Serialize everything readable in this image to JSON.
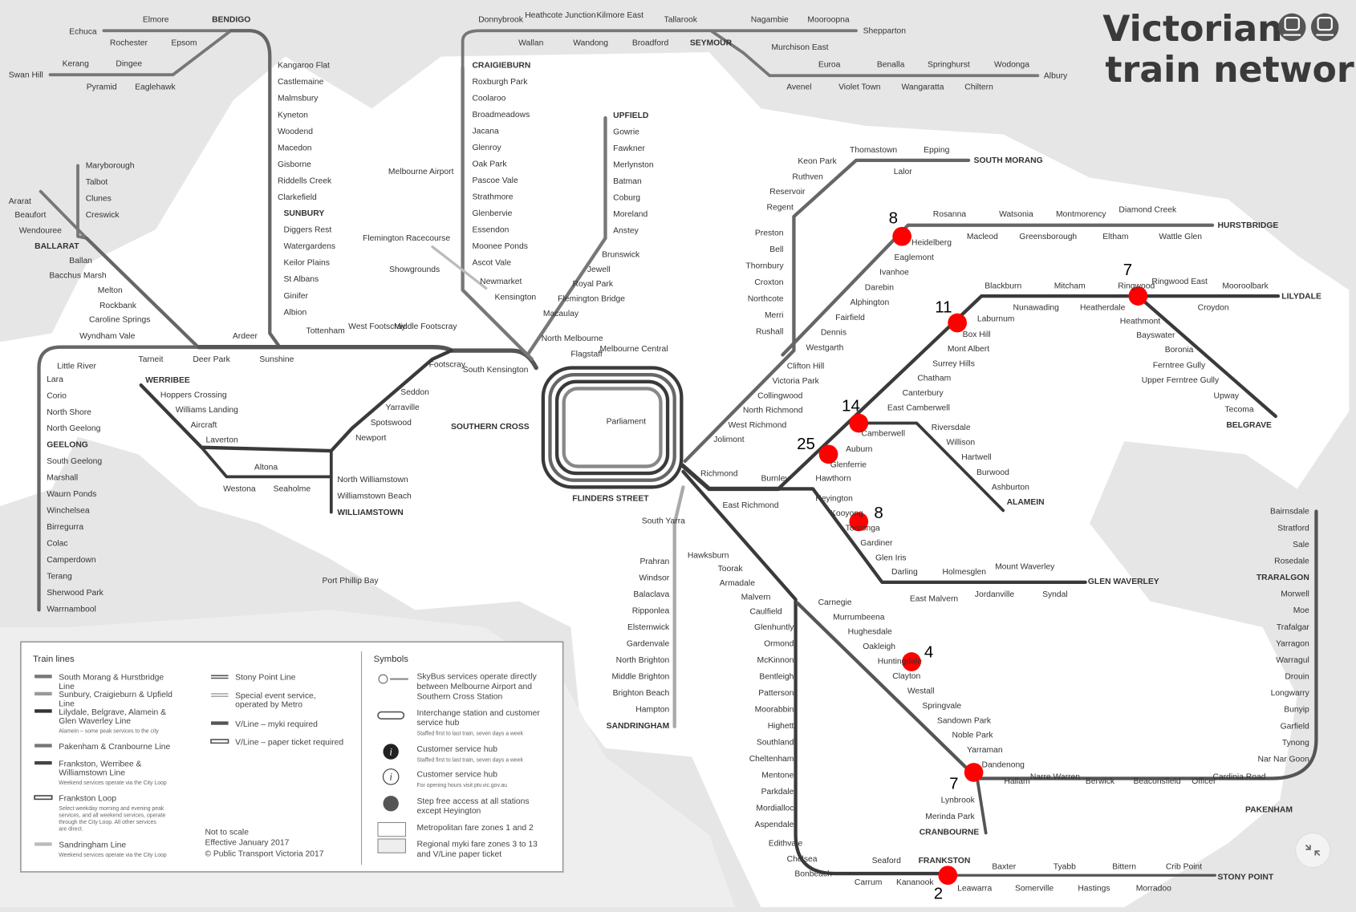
{
  "title": {
    "line1": "Victorian",
    "line2": "train network"
  },
  "colors": {
    "zone": "#ffffff",
    "background": "#e6e6e6",
    "line_dark": "#3a3a3a",
    "line_mid": "#5f5f5f",
    "line_light": "#8a8a8a",
    "marker": "#ff0000"
  },
  "groups": {
    "bendigo": [
      "Kangaroo Flat",
      "Castlemaine",
      "Malmsbury",
      "Kyneton",
      "Woodend",
      "Macedon",
      "Gisborne",
      "Riddells Creek",
      "Clarkefield"
    ],
    "sunbury": [
      "SUNBURY",
      "Diggers Rest",
      "Watergardens",
      "Keilor Plains",
      "St Albans",
      "Ginifer",
      "Albion"
    ],
    "craigieburn": [
      "CRAIGIEBURN",
      "Roxburgh Park",
      "Coolaroo",
      "Broadmeadows",
      "Jacana",
      "Glenroy",
      "Oak Park",
      "Pascoe Vale",
      "Strathmore",
      "Glenbervie",
      "Essendon",
      "Moonee Ponds",
      "Ascot Vale"
    ],
    "upfield": [
      "UPFIELD",
      "Gowrie",
      "Fawkner",
      "Merlynston",
      "Batman",
      "Coburg",
      "Moreland",
      "Anstey"
    ],
    "upfield_inner": [
      "Brunswick",
      "Jewell",
      "Royal Park",
      "Flemington Bridge",
      "Macaulay"
    ],
    "geelong": [
      "Lara",
      "Corio",
      "North Shore",
      "North Geelong",
      "GEELONG",
      "South Geelong",
      "Marshall",
      "Waurn Ponds",
      "Winchelsea",
      "Birregurra",
      "Colac",
      "Camperdown",
      "Terang",
      "Sherwood Park",
      "Warrnambool"
    ],
    "gippsland": [
      "Bairnsdale",
      "Stratford",
      "Sale",
      "Rosedale",
      "TRARALGON",
      "Morwell",
      "Moe",
      "Trafalgar",
      "Yarragon",
      "Warragul",
      "Drouin",
      "Longwarry",
      "Bunyip",
      "Garfield",
      "Tynong",
      "Nar Nar Goon"
    ],
    "sandringham": [
      "Prahran",
      "Windsor",
      "Balaclava",
      "Ripponlea",
      "Elsternwick",
      "Gardenvale",
      "North Brighton",
      "Middle Brighton",
      "Brighton Beach",
      "Hampton",
      "SANDRINGHAM"
    ],
    "frankston": [
      "Glenhuntly",
      "Ormond",
      "McKinnon",
      "Bentleigh",
      "Patterson",
      "Moorabbin",
      "Highett",
      "Southland",
      "Cheltenham",
      "Mentone",
      "Parkdale",
      "Mordialloc",
      "Aspendale"
    ],
    "maryborough": [
      "Maryborough",
      "Talbot",
      "Clunes",
      "Creswick"
    ],
    "epping": [
      "Preston",
      "Bell",
      "Thornbury",
      "Croxton",
      "Northcote",
      "Merri",
      "Rushall"
    ],
    "epping_inner": [
      "Clifton Hill",
      "Victoria Park",
      "Collingwood",
      "North Richmond",
      "West Richmond",
      "Jolimont"
    ],
    "hurstbridge_inner": [
      "Eaglemont",
      "Ivanhoe",
      "Darebin",
      "Alphington",
      "Fairfield",
      "Dennis",
      "Westgarth"
    ],
    "lilydale_inner": [
      "Box Hill",
      "Mont Albert",
      "Surrey Hills",
      "Chatham",
      "Canterbury",
      "East Camberwell"
    ],
    "alamein": [
      "Riversdale",
      "Willison",
      "Hartwell",
      "Burwood",
      "Ashburton",
      "ALAMEIN"
    ],
    "glen_waverley_inner": [
      "Heyington",
      "Kooyong",
      "Tooronga",
      "Gardiner",
      "Glen Iris"
    ],
    "dandenong": [
      "Carnegie",
      "Murrumbeena",
      "Hughesdale",
      "Oakleigh",
      "Huntingdale",
      "Clayton",
      "Westall",
      "Springvale",
      "Sandown Park",
      "Noble Park",
      "Yarraman",
      "Dandenong"
    ],
    "werribee": [
      "WERRIBEE",
      "Hoppers Crossing",
      "Williams Landing",
      "Aircraft",
      "Laverton"
    ],
    "newport": [
      "Newport",
      "Spotswood",
      "Yarraville",
      "Seddon"
    ],
    "williamstown": [
      "North Williamstown",
      "Williamstown Beach",
      "WILLIAMSTOWN"
    ]
  },
  "other_stations": [
    "Elmore",
    "BENDIGO",
    "Echuca",
    "Rochester",
    "Epsom",
    "Swan Hill",
    "Kerang",
    "Dingee",
    "Pyramid",
    "Eaglehawk",
    "Tottenham",
    "West Footscray",
    "Middle Footscray",
    "Ardeer",
    "Sunshine",
    "Deer Park",
    "Tarneit",
    "Wyndham Vale",
    "Little River",
    "Ararat",
    "Beaufort",
    "Wendouree",
    "BALLARAT",
    "Ballan",
    "Bacchus Marsh",
    "Melton",
    "Rockbank",
    "Caroline Springs",
    "Altona",
    "Westona",
    "Seaholme",
    "Footscray",
    "South Kensington",
    "SOUTHERN CROSS",
    "Port Phillip Bay",
    "Melbourne Airport",
    "Flemington Racecourse",
    "Showgrounds",
    "Newmarket",
    "Kensington",
    "North Melbourne",
    "Flagstaff",
    "Melbourne Central",
    "Parliament",
    "FLINDERS STREET",
    "Donnybrook",
    "Heathcote Junction",
    "Kilmore East",
    "Tallarook",
    "Wallan",
    "Wandong",
    "Broadford",
    "SEYMOUR",
    "Nagambie",
    "Mooroopna",
    "Shepparton",
    "Murchison East",
    "Euroa",
    "Benalla",
    "Springhurst",
    "Wodonga",
    "Albury",
    "Avenel",
    "Violet Town",
    "Wangaratta",
    "Chiltern",
    "Thomastown",
    "Epping",
    "SOUTH MORANG",
    "Lalor",
    "Keon Park",
    "Ruthven",
    "Reservoir",
    "Regent",
    "Rosanna",
    "Watsonia",
    "Montmorency",
    "Diamond Creek",
    "HURSTBRIDGE",
    "Heidelberg",
    "Macleod",
    "Greensborough",
    "Eltham",
    "Wattle Glen",
    "Blackburn",
    "Mitcham",
    "Ringwood",
    "Ringwood East",
    "Mooroolbark",
    "LILYDALE",
    "Laburnum",
    "Nunawading",
    "Heatherdale",
    "Croydon",
    "Heathmont",
    "Bayswater",
    "Boronia",
    "Ferntree Gully",
    "Upper Ferntree Gully",
    "Upway",
    "Tecoma",
    "BELGRAVE",
    "Camberwell",
    "Auburn",
    "Glenferrie",
    "Hawthorn",
    "Burnley",
    "Richmond",
    "East Richmond",
    "South Yarra",
    "Darling",
    "Holmesglen",
    "Mount Waverley",
    "East Malvern",
    "Jordanville",
    "Syndal",
    "GLEN WAVERLEY",
    "Hawksburn",
    "Toorak",
    "Armadale",
    "Malvern",
    "Caulfield",
    "Hallam",
    "Narre Warren",
    "Berwick",
    "Beaconsfield",
    "Officer",
    "Cardinia Road",
    "PAKENHAM",
    "Lynbrook",
    "Merinda Park",
    "CRANBOURNE",
    "Edithvale",
    "Chelsea",
    "Bonbeach",
    "Carrum",
    "Seaford",
    "FRANKSTON",
    "Kananook",
    "Leawarra",
    "Somerville",
    "Hastings",
    "Morradoo",
    "Baxter",
    "Tyabb",
    "Bittern",
    "Crib Point",
    "STONY POINT"
  ],
  "annotations": [
    "8",
    "7",
    "11",
    "14",
    "25",
    "8",
    "4",
    "7",
    "2"
  ],
  "legend": {
    "train_lines_heading": "Train lines",
    "lines": [
      {
        "label": "South Morang & Hurstbridge Line",
        "sub": ""
      },
      {
        "label": "Sunbury, Craigieburn & Upfield Line",
        "sub": ""
      },
      {
        "label": "Lilydale, Belgrave, Alamein & Glen Waverley Line",
        "sub": "Alamein – some peak services to the city"
      },
      {
        "label": "Pakenham & Cranbourne Line",
        "sub": ""
      },
      {
        "label": "Frankston, Werribee & Williamstown Line",
        "sub": "Weekend services operate via the City Loop"
      },
      {
        "label": "Frankston Loop",
        "sub": "Select weekday morning and evening peak services, and all weekend services, operate through the City Loop. All other services are direct."
      },
      {
        "label": "Sandringham Line",
        "sub": "Weekend services operate via the City Loop"
      },
      {
        "label": "Stony Point Line",
        "sub": ""
      },
      {
        "label": "Special event service, operated by Metro",
        "sub": ""
      },
      {
        "label": "V/Line – myki required",
        "sub": ""
      },
      {
        "label": "V/Line – paper ticket required",
        "sub": ""
      }
    ],
    "notes": [
      "Not to scale",
      "Effective January 2017",
      "© Public Transport Victoria 2017"
    ],
    "symbols_heading": "Symbols",
    "symbols": [
      {
        "icon": "skybus-icon",
        "label": "SkyBus services operate directly between Melbourne Airport and Southern Cross Station",
        "sub": ""
      },
      {
        "icon": "interchange-icon",
        "label": "Interchange station and customer service hub",
        "sub": "Staffed first to last train, seven days a week"
      },
      {
        "icon": "info-filled-icon",
        "label": "Customer service hub",
        "sub": "Staffed first to last train, seven days a week"
      },
      {
        "icon": "info-outline-icon",
        "label": "Customer service hub",
        "sub": "For opening hours visit ptv.vic.gov.au"
      },
      {
        "icon": "accessible-icon",
        "label": "Step free access at all stations except Heyington",
        "sub": ""
      },
      {
        "icon": "zone-metro-icon",
        "label": "Metropolitan fare zones 1 and 2",
        "sub": ""
      },
      {
        "icon": "zone-regional-icon",
        "label": "Regional myki fare zones 3 to 13 and V/Line paper ticket",
        "sub": ""
      }
    ]
  }
}
